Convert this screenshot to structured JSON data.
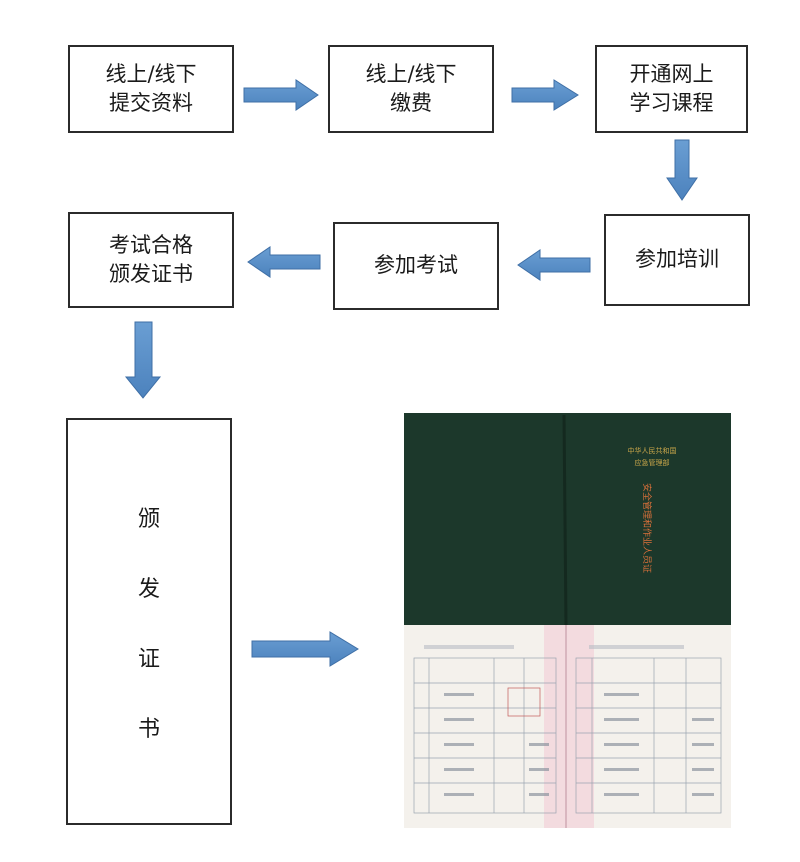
{
  "colors": {
    "arrow": "#5b8fc7",
    "arrow_edge": "#3f6fa6",
    "cover": "#1f3d2f",
    "cover_text": "#c9a64a"
  },
  "flow": {
    "step1": {
      "line1": "线上/线下",
      "line2": "提交资料"
    },
    "step2": {
      "line1": "线上/线下",
      "line2": "缴费"
    },
    "step3": {
      "line1": "开通网上",
      "line2": "学习课程"
    },
    "step4": {
      "label": "参加培训"
    },
    "step5": {
      "label": "参加考试"
    },
    "step6": {
      "line1": "考试合格",
      "line2": "颁发证书"
    },
    "step7": {
      "chars": [
        "颁",
        "发",
        "证",
        "书"
      ]
    }
  },
  "certificate": {
    "icon": "certificate-photo",
    "cover_top": "中华人民共和国",
    "cover_sub": "应急管理部",
    "cover_title": "安全管理和作业人员证"
  }
}
